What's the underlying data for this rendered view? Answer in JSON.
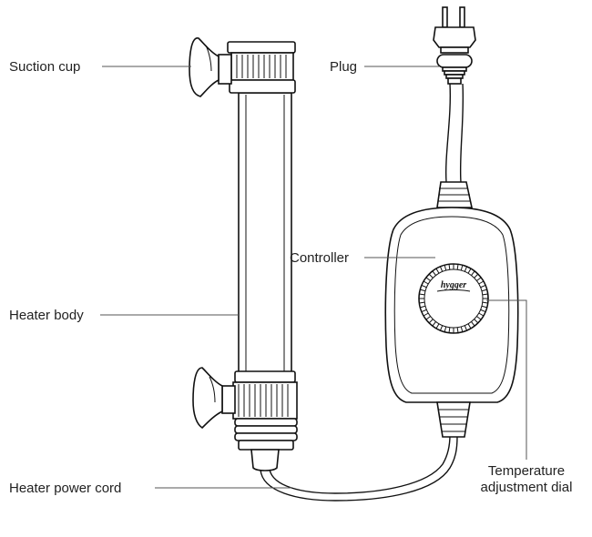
{
  "labels": {
    "suction_cup": "Suction cup",
    "plug": "Plug",
    "controller": "Controller",
    "heater_body": "Heater body",
    "heater_power_cord": "Heater power cord",
    "temperature_dial_line1": "Temperature",
    "temperature_dial_line2": "adjustment dial"
  },
  "brand": "hygger",
  "colors": {
    "line": "#111111",
    "leader": "#555555",
    "text": "#222222"
  }
}
